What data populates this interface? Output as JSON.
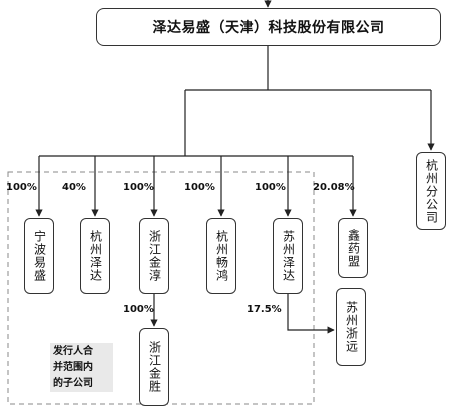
{
  "parent": {
    "name": "泽达易盛（天津）科技股份有限公司"
  },
  "subsidiaries": [
    {
      "name": "宁波易盛",
      "ownership": "100%"
    },
    {
      "name": "杭州泽达",
      "ownership": "40%"
    },
    {
      "name": "浙江金淳",
      "ownership": "100%"
    },
    {
      "name": "杭州畅鸿",
      "ownership": "100%"
    },
    {
      "name": "苏州泽达",
      "ownership": "100%"
    },
    {
      "name": "鑫药盟",
      "ownership": "20.08%"
    }
  ],
  "branch": {
    "name": "杭州分公司"
  },
  "sub_subsidiaries": [
    {
      "name": "浙江金胜",
      "ownership": "100%",
      "parent": "浙江金淳"
    },
    {
      "name": "苏州浙远",
      "ownership": "17.5%",
      "parent": "苏州泽达"
    }
  ],
  "note": {
    "lines": [
      "发行人合",
      "并范围内",
      "的子公司"
    ]
  }
}
